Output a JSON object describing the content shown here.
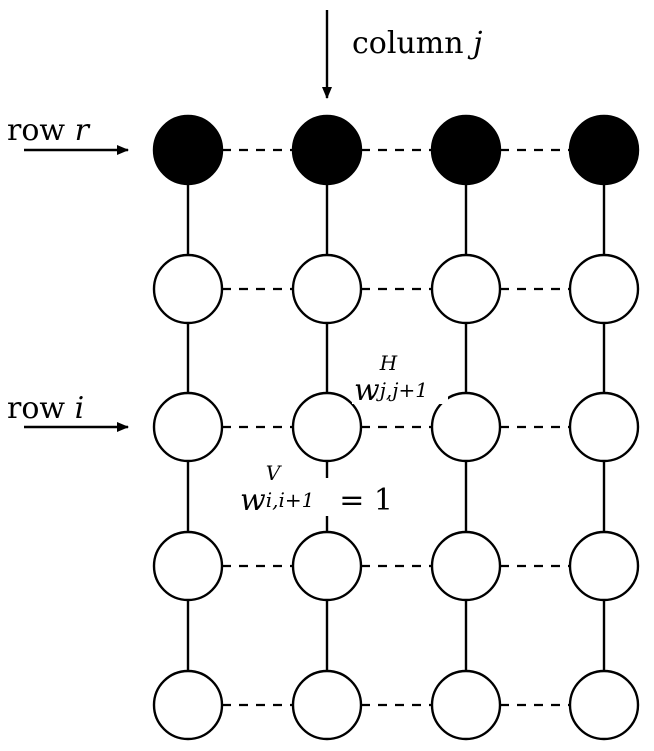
{
  "labels": {
    "column": {
      "text": "column ",
      "var": "j"
    },
    "row_r": {
      "text": "row ",
      "var": "r"
    },
    "row_i": {
      "text": "row ",
      "var": "i"
    },
    "w_h": {
      "base": "w",
      "sup": "H",
      "sub": "j,j+1"
    },
    "w_v": {
      "base": "w",
      "sup": "V",
      "sub": "i,i+1",
      "rhs": " = 1"
    }
  },
  "grid": {
    "rows": 5,
    "columns": 4,
    "filled_row": 0,
    "horizontal_edge_style": "dashed",
    "vertical_edge_style": "solid",
    "arrows": [
      "column j",
      "row r",
      "row i"
    ]
  },
  "colors": {
    "node_filled": "#000000",
    "node_empty": "#ffffff",
    "stroke": "#000000"
  }
}
